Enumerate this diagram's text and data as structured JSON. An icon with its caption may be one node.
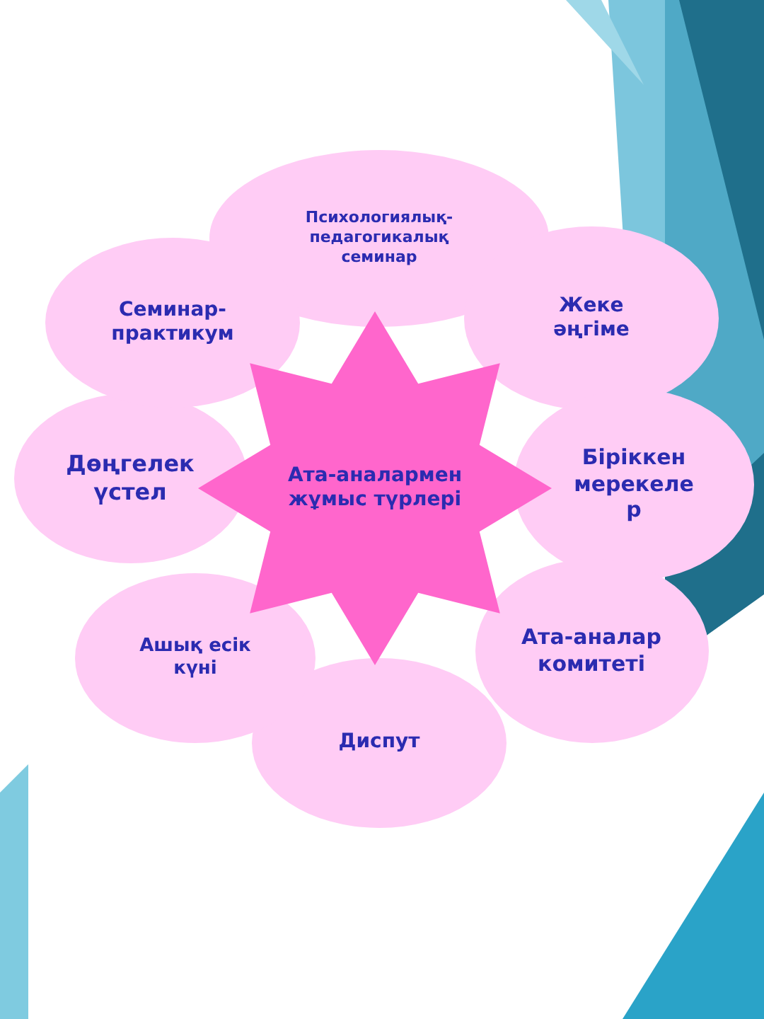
{
  "diagram": {
    "nodes": [
      {
        "text": [
          "Ата-аналармен жұмыс түрлері"
        ]
      },
      {
        "text": [
          "Психологиялық-педагогикалық семинар"
        ]
      },
      {
        "text": [
          "Жеке әңгіме"
        ]
      },
      {
        "text": [
          "Біріккен мерекеле р"
        ]
      },
      {
        "text": [
          "Ата-аналар комитеті"
        ]
      },
      {
        "text": [
          "Диспут"
        ]
      },
      {
        "text": [
          "Ашық есік күні"
        ]
      },
      {
        "text": [
          "Дөңгелек үстел"
        ]
      },
      {
        "text": [
          "Семинар-практикум"
        ]
      }
    ]
  }
}
